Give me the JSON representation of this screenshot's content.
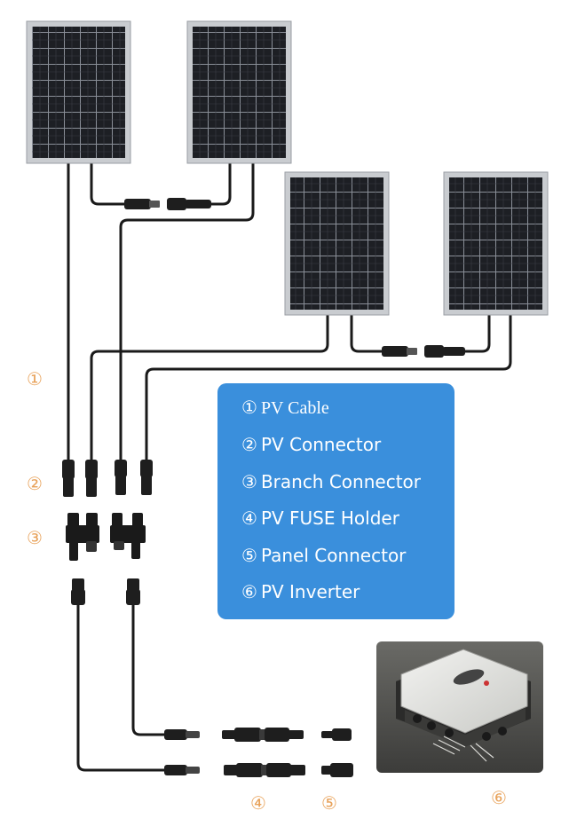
{
  "legend": {
    "items": [
      {
        "num": "①",
        "label": "PV Cable"
      },
      {
        "num": "②",
        "label": "PV Connector"
      },
      {
        "num": "③",
        "label": "Branch Connector"
      },
      {
        "num": "④",
        "label": "PV FUSE Holder"
      },
      {
        "num": "⑤",
        "label": "Panel Connector"
      },
      {
        "num": "⑥",
        "label": "PV Inverter"
      }
    ]
  },
  "callouts": {
    "cable": "①",
    "connector": "②",
    "branch": "③",
    "fuse": "④",
    "panel_connector": "⑤",
    "inverter": "⑥"
  },
  "colors": {
    "callout": "#e8a25a",
    "legend_bg": "#3a8fdc",
    "legend_text": "#ffffff",
    "panel_cell": "#1d1f24",
    "panel_frame": "#c9ccd0",
    "cable": "#1a1a1a"
  },
  "icons": [
    "solar-panel-icon",
    "mc4-connector-icon",
    "branch-connector-icon",
    "fuse-holder-icon",
    "inverter-icon"
  ]
}
